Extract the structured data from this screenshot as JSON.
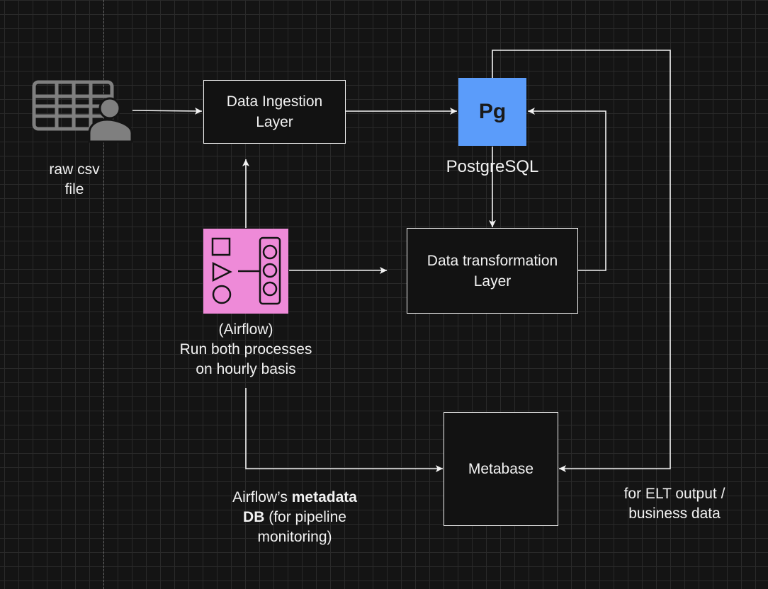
{
  "colors": {
    "background": "#141414",
    "grid": "#2a2a2a",
    "stroke": "#f2f2f2",
    "postgres_tile": "#5b9cfa",
    "airflow_tile": "#ee8ad8"
  },
  "icons": {
    "csv": "spreadsheet-with-user-icon",
    "postgres": "postgresql-icon",
    "airflow": "airflow-workflow-icon"
  },
  "nodes": {
    "csv_label": "raw csv\nfile",
    "ingestion": "Data Ingestion\nLayer",
    "postgres_logo": "Pg",
    "postgres_label": "PostgreSQL",
    "airflow_label": "(Airflow)\nRun both processes\non hourly basis",
    "transformation": "Data transformation\nLayer",
    "metabase": "Metabase"
  },
  "edge_labels": {
    "airflow_metadata_prefix": "Airflow’s ",
    "airflow_metadata_bold1": "metadata",
    "airflow_metadata_bold2": "DB",
    "airflow_metadata_suffix": " (for pipeline\nmonitoring)",
    "elt_output": "for ELT output /\nbusiness data"
  }
}
